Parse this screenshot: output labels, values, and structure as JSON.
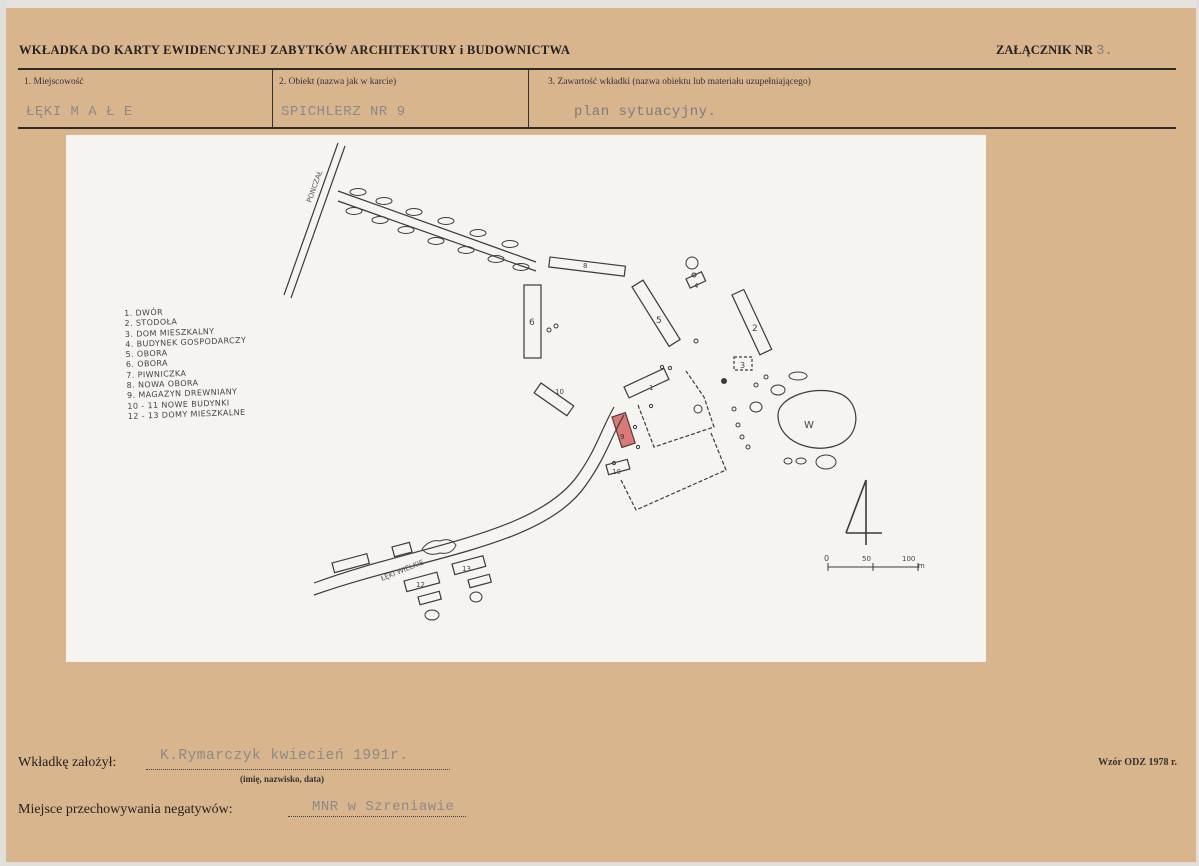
{
  "header": {
    "title": "WKŁADKA DO KARTY EWIDENCYJNEJ ZABYTKÓW ARCHITEKTURY i BUDOWNICTWA",
    "attachment_label": "ZAŁĄCZNIK NR",
    "attachment_number": "3."
  },
  "fields": {
    "f1_label": "1. Miejscowość",
    "f1_value": "ŁĘKI M A Ł E",
    "f2_label": "2. Obiekt (nazwa jak w karcie)",
    "f2_value": "SPICHLERZ NR 9",
    "f3_label": "3. Zawartość wkładki (nazwa obiektu lub materiału uzupełniającego)",
    "f3_value": "plan sytuacyjny."
  },
  "map": {
    "legend": [
      "1. DWÓR",
      "2. STODOŁA",
      "3. DOM MIESZKALNY",
      "4. BUDYNEK GOSPODARCZY",
      "5. OBORA",
      "6. OBORA",
      "7. PIWNICZKA",
      "8. NOWA OBORA",
      "9. MAGAZYN DREWNIANY",
      "10 - 11 NOWE BUDYNKI",
      "12 - 13 DOMY MIESZKALNE"
    ],
    "road_label_1": "PONCZAŁ",
    "road_label_2": "ŁĘKI WIELKIE",
    "pond_label": "W",
    "north_arrow": "4",
    "building_labels": [
      "1",
      "2",
      "3",
      "4",
      "5",
      "6",
      "8",
      "9",
      "10",
      "11",
      "12",
      "13"
    ],
    "scale": {
      "s0": "0",
      "s50": "50",
      "s100": "100",
      "unit": "m"
    },
    "highlight_color": "#d9797a"
  },
  "footer": {
    "author_label": "Wkładkę założył:",
    "author_value": "K.Rymarczyk kwiecień 1991r.",
    "author_hint": "(imię, nazwisko, data)",
    "storage_label": "Miejsce przechowywania negatywów:",
    "storage_value": "MNR w Szreniawie",
    "pattern": "Wzór ODZ 1978 r."
  }
}
